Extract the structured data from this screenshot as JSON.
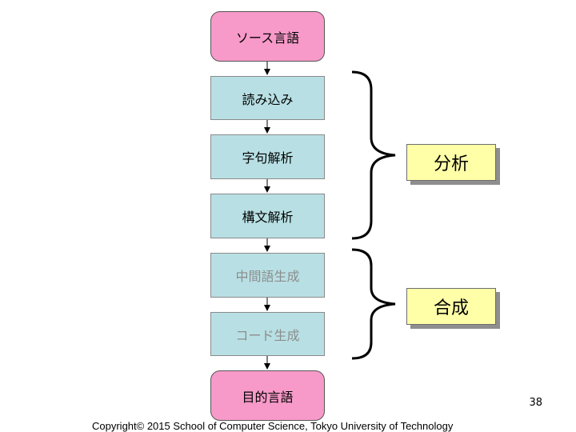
{
  "diagram": {
    "steps": [
      {
        "label": "ソース言語",
        "style": "pink"
      },
      {
        "label": "読み込み",
        "style": "teal"
      },
      {
        "label": "字句解析",
        "style": "teal"
      },
      {
        "label": "構文解析",
        "style": "teal"
      },
      {
        "label": "中間語生成",
        "style": "teal-gray"
      },
      {
        "label": "コード生成",
        "style": "teal-gray"
      },
      {
        "label": "目的言語",
        "style": "pink"
      }
    ],
    "groups": [
      {
        "label": "分析"
      },
      {
        "label": "合成"
      }
    ]
  },
  "footer": {
    "page_number": "38",
    "copyright": "Copyright© 2015 School of Computer Science, Tokyo University of Technology"
  }
}
